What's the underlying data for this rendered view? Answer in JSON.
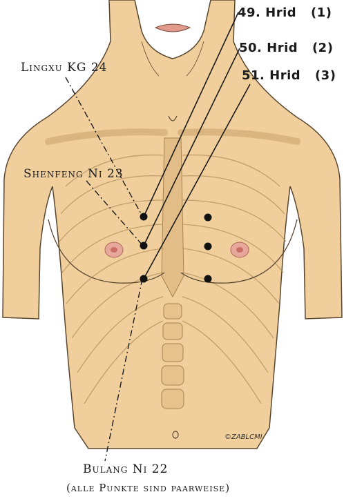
{
  "hrid_labels": [
    {
      "id": "49",
      "text": "49. Hrid",
      "num": "(1)"
    },
    {
      "id": "50",
      "text": "50. Hrid",
      "num": "(2)"
    },
    {
      "id": "51",
      "text": "51. Hrid",
      "num": "(3)"
    }
  ],
  "point_labels": {
    "lingxu": "Lingxu KG 24",
    "shenfeng": "Shenfeng Ni 23",
    "bulang": "Bulang Ni 22"
  },
  "note": "(alle Punkte sind paarweise)",
  "copyright": "©ZABLCMI",
  "colors": {
    "skin": "#f0cf9c",
    "skin_shadow": "#dcb27a",
    "outline": "#5a4630",
    "bone": "#e8c48e",
    "nipple": "#d98a86",
    "point": "#111111",
    "line": "#1a1a1a"
  }
}
